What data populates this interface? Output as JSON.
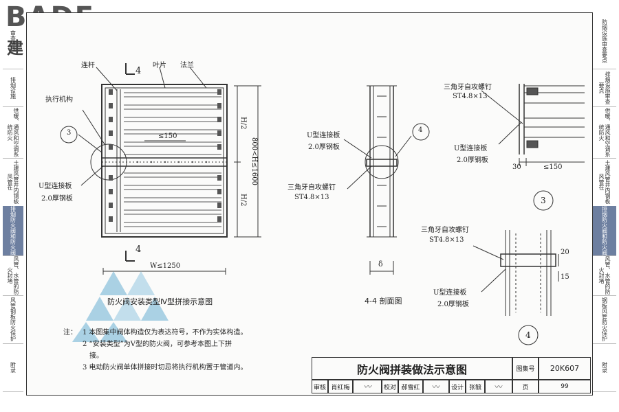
{
  "logo": {
    "brand": "BADE",
    "subtitle": "建装基地"
  },
  "side_tabs_left": [
    "审查要点",
    "排烟设施",
    "供暖、通风和空调系统防火",
    "土建风管井内钢板风管在",
    "排烟防火阀和防火阀",
    "风管、水管的防火封堵",
    "风管钢板防火保护",
    "附录"
  ],
  "side_tabs_right": [
    "防烟设施审查要点",
    "排烟设施审查要点",
    "供暖、通风和空调系统防火",
    "土建风管井内钢板风管在",
    "排烟防火阀和防火阀",
    "风管、水管的防火封堵",
    "钢板风管防火保护",
    "附录"
  ],
  "main_drawing": {
    "labels": {
      "connector": "连杆",
      "blade": "叶片",
      "flange": "法兰",
      "actuator": "执行机构",
      "u_plate": "U型连接板",
      "thickness": "2.0厚钢板",
      "section_mark": "4",
      "detail_ref": "3",
      "dim_width": "W≤1250",
      "dim_half1": "H/2",
      "dim_half2": "H/2",
      "dim_height": "800<H≤1600",
      "dim_150": "≤150"
    },
    "caption": "防火阀安装类型Ⅳ型拼接示意图"
  },
  "section_drawing": {
    "u_plate": "U型连接板",
    "thickness": "2.0厚钢板",
    "screw": "三角牙自攻螺钉",
    "screw_spec": "ST4.8×13",
    "delta": "δ",
    "detail_ref": "4",
    "caption": "4-4 剖面图"
  },
  "detail3": {
    "screw": "三角牙自攻螺钉",
    "screw_spec": "ST4.8×13",
    "u_plate": "U型连接板",
    "thickness": "2.0厚钢板",
    "dim_30": "30",
    "dim_150": "≤150",
    "number": "3"
  },
  "detail4": {
    "screw": "三角牙自攻螺钉",
    "screw_spec": "ST4.8×13",
    "u_plate": "U型连接板",
    "thickness": "2.0厚钢板",
    "dim_20": "20",
    "dim_15": "15",
    "number": "4"
  },
  "notes": {
    "prefix": "注：",
    "n1": "1  本图集中阀体构造仅为表达符号，不作为实体构造。",
    "n2": "2  “安装类型”为Ⅴ型的防火阀，可参考本图上下拼",
    "n2b": "接。",
    "n3": "3  电动防火阀单体拼接时切忌将执行机构置于管道内。"
  },
  "title_block": {
    "title": "防火阀拼装做法示意图",
    "atlas_label": "图集号",
    "atlas_no": "20K607",
    "review": "审核",
    "reviewer": "肖红梅",
    "check": "校对",
    "checker": "郝雪红",
    "design": "设计",
    "designer": "张毓",
    "page_label": "页",
    "page_no": "99"
  }
}
